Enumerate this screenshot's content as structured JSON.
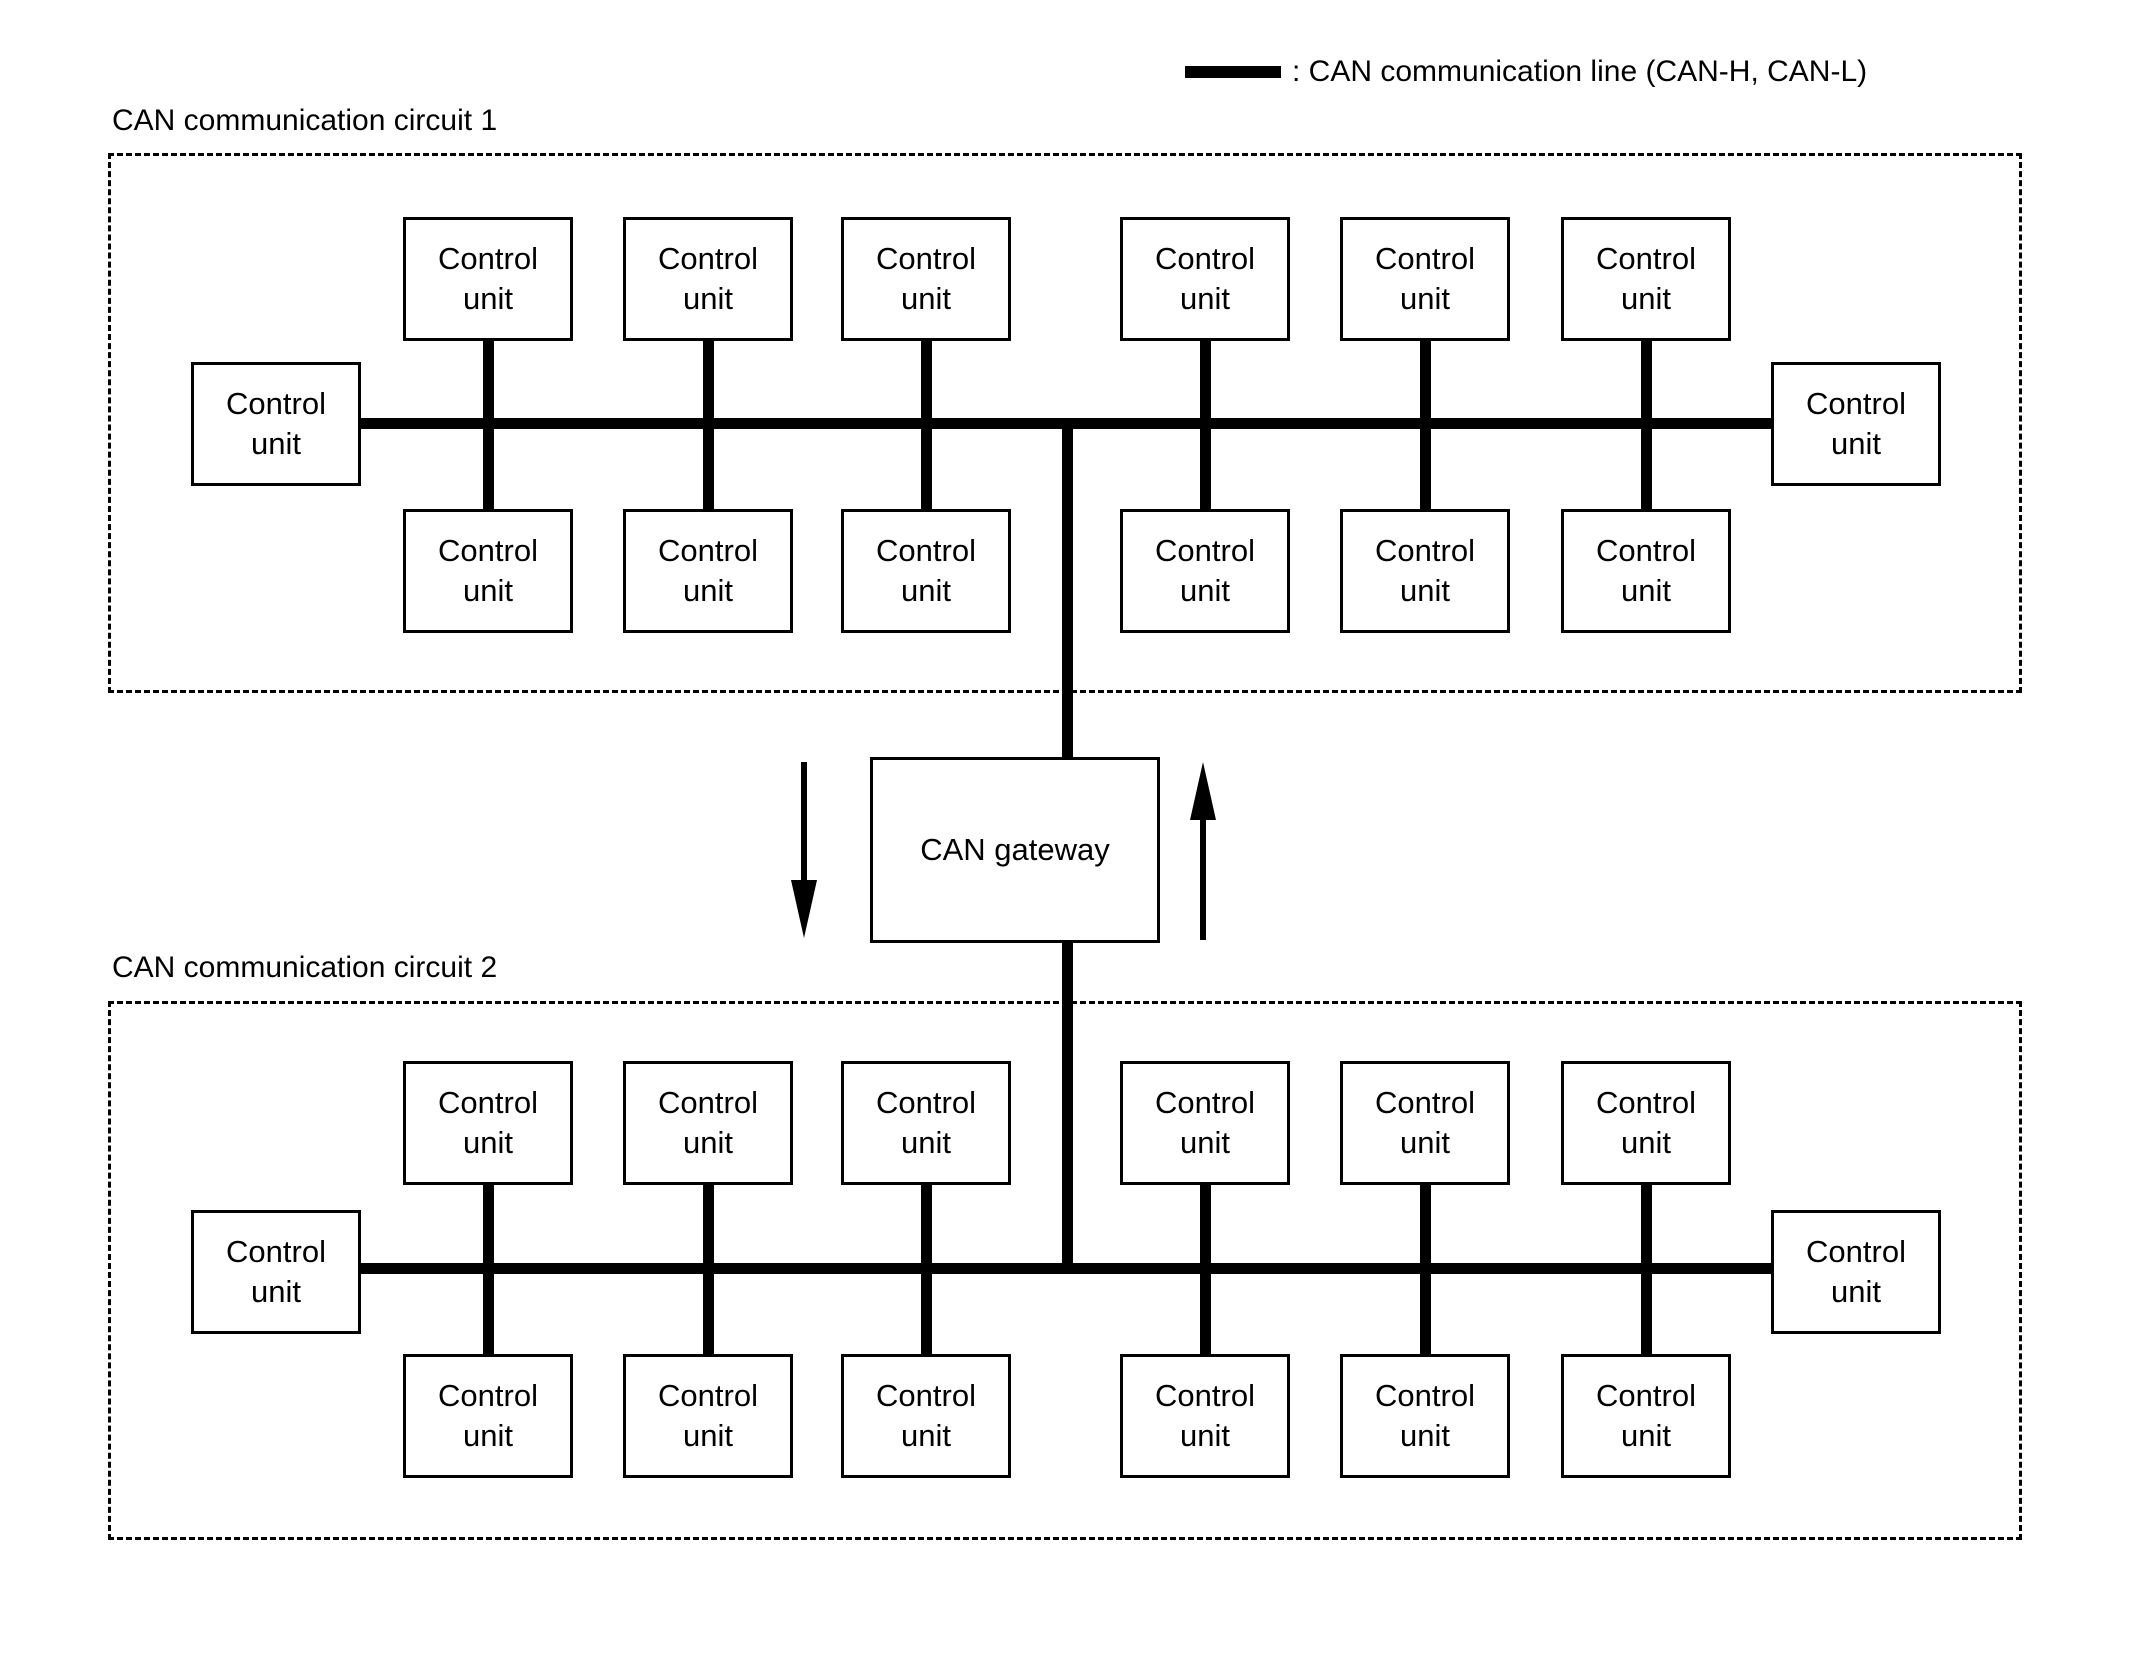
{
  "legend": {
    "label": ": CAN communication line (CAN-H, CAN-L)"
  },
  "circuit1": {
    "title": "CAN communication circuit 1"
  },
  "circuit2": {
    "title": "CAN communication circuit 2"
  },
  "gateway": {
    "label": "CAN gateway"
  },
  "labels": {
    "control_unit": "Control unit"
  },
  "colors": {
    "line": "#000000",
    "text": "#000000",
    "background": "#ffffff"
  }
}
